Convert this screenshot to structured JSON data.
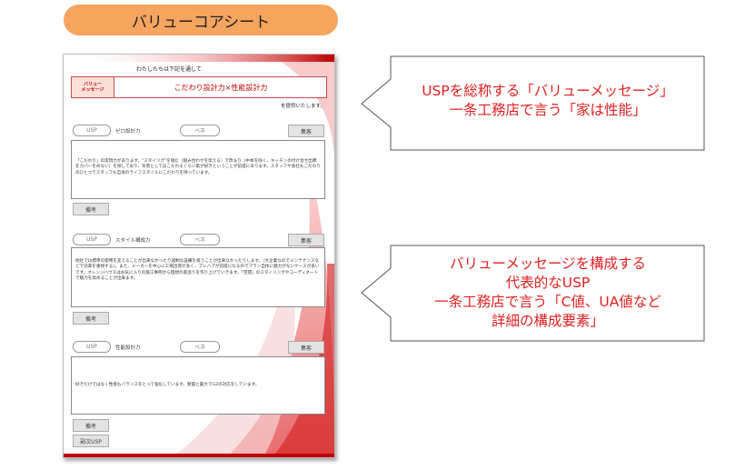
{
  "title": "バリューコアシート",
  "sheet": {
    "intro": "わたしたちは下記を通して",
    "value_message_label": "バリュー\nメッセージ",
    "value_message_text": "こだわり設計力×性能設計力",
    "provide_text": "を提供いたします。",
    "sections": [
      {
        "usp_pill": "USP",
        "name": "ゼロ設計力",
        "bene_pill": "ベネ",
        "tag": "集客",
        "body": "「こだわり」の実現力があります。\"スタイリグ\"を組む（組み合わせを伝える）で改まり（中本を除く、キッチンの付け合せ出隅をカバーをめない）を探しており、背景としてはこだわるくらい家が好きということが前提にあります。スタッフや会社もこだわりのひとつでスタッフも自身のライフスタイルにこだわりを持っています。",
        "note": "備考"
      },
      {
        "usp_pill": "USP",
        "name": "スタイル構成力",
        "bene_pill": "ベネ",
        "tag": "集客",
        "body": "他社では標準の使用を変えることが出来なかったり過剰な設備を扱うことが出来なかったりします。（大企業なのでメンテナンスなどで効率を重視する）。また、メーカーを中心に工場出荷が多く、プレハブが前提になるのでプラン自体に魅力がないケースが多いです。オレンジハウスはお気に入りの施工事例から理想の家造りを作り上げていきます。「空間」のスタイリングやコーディネートで魅力を高めることが出来ます。",
        "note": "備考"
      },
      {
        "usp_pill": "USP",
        "name": "性能設計力",
        "bene_pill": "ベネ",
        "tag": "集客",
        "body": "好きだけではなく性能もバランスをとって強化しています。耐震と最大でG2の対応をしています。",
        "note": "備考",
        "note2": "副次USP"
      }
    ]
  },
  "callouts": [
    {
      "lines": [
        "USPを総称する「バリューメッセージ」",
        "一条工務店で言う「家は性能」"
      ]
    },
    {
      "lines": [
        "バリューメッセージを構成する",
        "代表的なUSP",
        "一条工務店で言う「C値、UA値など",
        "詳細の構成要素」"
      ]
    }
  ],
  "colors": {
    "accent_red": "#e02020",
    "title_orange": "#f6a55e",
    "sheet_red": "#c00000"
  }
}
